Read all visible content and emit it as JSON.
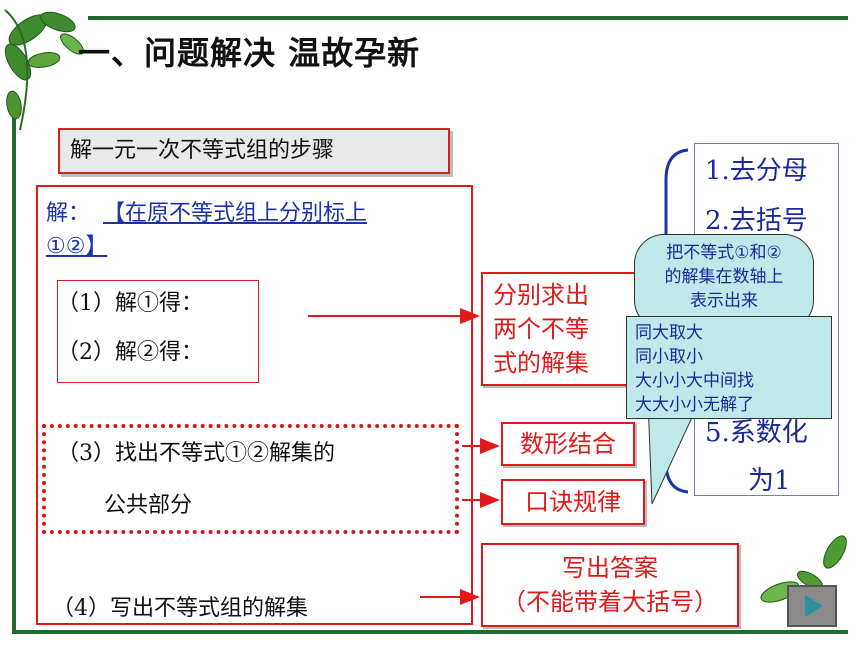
{
  "title": "一、问题解决 温故孕新",
  "steps_title": "解一元一次不等式组的步骤",
  "solution": {
    "lead": "解：",
    "note_line1": "【在原不等式组上分别标上",
    "note_line2": "①②】",
    "step1": "（1）解①得：",
    "step2": "（2）解②得：",
    "step3_line1": "（3）找出不等式①②解集的",
    "step3_line2": "公共部分",
    "step4": "（4）写出不等式组的解集"
  },
  "boxes": {
    "separately_line1": "分别求出",
    "separately_line2": "两个不等",
    "separately_line3": "式的解集",
    "combine": "数形结合",
    "mnemonic": "口诀规律",
    "answer_line1": "写出答案",
    "answer_line2": "（不能带着大括号）"
  },
  "right_panel": {
    "item1": "1.去分母",
    "item2": "2.去括号",
    "item5_partial": "5.系数化",
    "item5_tail": "为1"
  },
  "callout_top": {
    "line1": "把不等式①和②",
    "line2": "的解集在数轴上",
    "line3": "表示出来"
  },
  "callout_rule": {
    "line1": "同大取大",
    "line2": "同小取小",
    "line3": "大小小大中间找",
    "line4": "大大小小无解了"
  },
  "colors": {
    "frame_green": "#1f6b2f",
    "accent_red": "#e01a1a",
    "text_blue": "#1a2a9a",
    "callout_bg": "#bfe8e8"
  },
  "icons": {
    "leaf_top_left": "leaf-decoration",
    "leaf_bottom_right": "leaf-decoration",
    "next_button": "play-triangle-icon"
  }
}
